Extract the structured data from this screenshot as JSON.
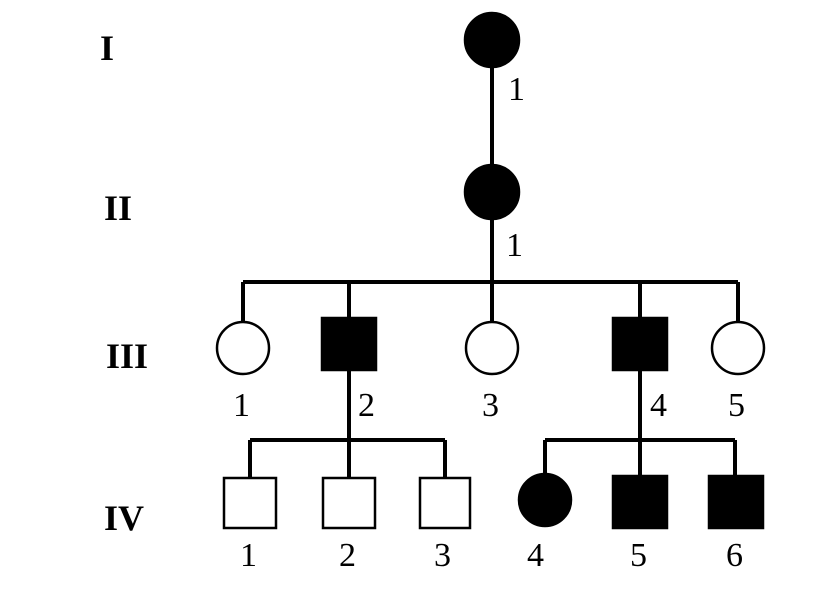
{
  "generations": [
    {
      "label": "I"
    },
    {
      "label": "II"
    },
    {
      "label": "III"
    },
    {
      "label": "IV"
    }
  ],
  "individuals": [
    {
      "id": "I-1",
      "sex": "female",
      "affected": true,
      "number": "1"
    },
    {
      "id": "II-1",
      "sex": "female",
      "affected": true,
      "number": "1"
    },
    {
      "id": "III-1",
      "sex": "female",
      "affected": false,
      "number": "1"
    },
    {
      "id": "III-2",
      "sex": "male",
      "affected": true,
      "number": "2"
    },
    {
      "id": "III-3",
      "sex": "female",
      "affected": false,
      "number": "3"
    },
    {
      "id": "III-4",
      "sex": "male",
      "affected": true,
      "number": "4"
    },
    {
      "id": "III-5",
      "sex": "female",
      "affected": false,
      "number": "5"
    },
    {
      "id": "IV-1",
      "sex": "male",
      "affected": false,
      "number": "1"
    },
    {
      "id": "IV-2",
      "sex": "male",
      "affected": false,
      "number": "2"
    },
    {
      "id": "IV-3",
      "sex": "male",
      "affected": false,
      "number": "3"
    },
    {
      "id": "IV-4",
      "sex": "female",
      "affected": true,
      "number": "4"
    },
    {
      "id": "IV-5",
      "sex": "male",
      "affected": true,
      "number": "5"
    },
    {
      "id": "IV-6",
      "sex": "male",
      "affected": true,
      "number": "6"
    }
  ],
  "colors": {
    "affected": "#000000",
    "unaffected": "#ffffff",
    "line": "#000000"
  }
}
